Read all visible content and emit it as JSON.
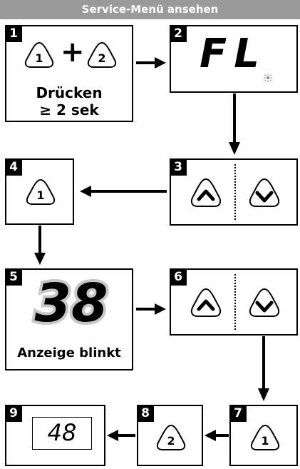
{
  "header": {
    "title": "Service-Menü ansehen"
  },
  "steps": {
    "s1": {
      "number": "1",
      "key_left": "1",
      "plus": "+",
      "key_right": "2",
      "caption_line1": "Drücken",
      "caption_line2": "≥ 2 sek"
    },
    "s2": {
      "number": "2",
      "display": "FL"
    },
    "s3": {
      "number": "3"
    },
    "s4": {
      "number": "4",
      "key": "1"
    },
    "s5": {
      "number": "5",
      "display": "38",
      "caption": "Anzeige blinkt"
    },
    "s6": {
      "number": "6"
    },
    "s7": {
      "number": "7",
      "key": "1"
    },
    "s8": {
      "number": "8",
      "key": "2"
    },
    "s9": {
      "number": "9",
      "display": "48"
    }
  },
  "icons": {
    "key": "triangle-key-icon",
    "up": "chevron-up-icon",
    "down": "chevron-down-icon",
    "arrow": "arrow-icon",
    "sun": "sun-icon"
  },
  "colors": {
    "header_bg": "#9a9a9a",
    "badge": "#000000",
    "line": "#000000"
  }
}
